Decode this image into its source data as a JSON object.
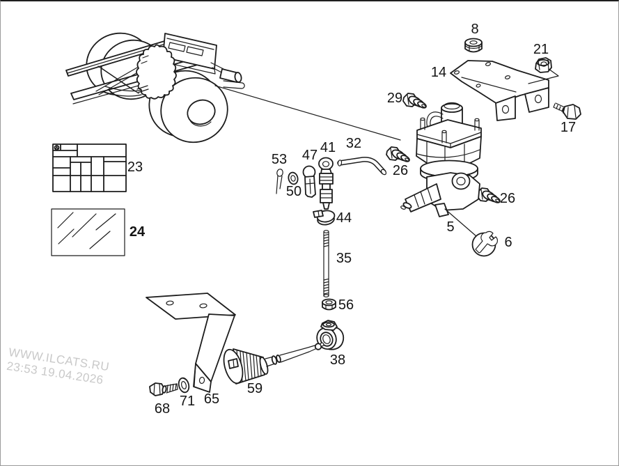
{
  "page": {
    "background_color": "#ffffff",
    "border_color": "#9a9a9a",
    "line_color": "#1c1c1c"
  },
  "watermark": {
    "site": "WWW.ILCATS.RU",
    "timestamp": "23:53 19.04.2026",
    "color": "#c9c9c9"
  },
  "icons": {
    "special_tool": "open-end-wrench-in-circle",
    "brand_logo": "three-point-star-in-circle"
  },
  "callouts": [
    {
      "part": "8"
    },
    {
      "part": "21"
    },
    {
      "part": "14"
    },
    {
      "part": "29"
    },
    {
      "part": "17"
    },
    {
      "part": "26"
    },
    {
      "part": "23"
    },
    {
      "part": "24"
    },
    {
      "part": "53"
    },
    {
      "part": "47"
    },
    {
      "part": "41"
    },
    {
      "part": "32"
    },
    {
      "part": "50"
    },
    {
      "part": "44"
    },
    {
      "part": "35"
    },
    {
      "part": "56"
    },
    {
      "part": "5"
    },
    {
      "part": "26"
    },
    {
      "part": "6"
    },
    {
      "part": "38"
    },
    {
      "part": "59"
    },
    {
      "part": "65"
    },
    {
      "part": "71"
    },
    {
      "part": "68"
    }
  ]
}
